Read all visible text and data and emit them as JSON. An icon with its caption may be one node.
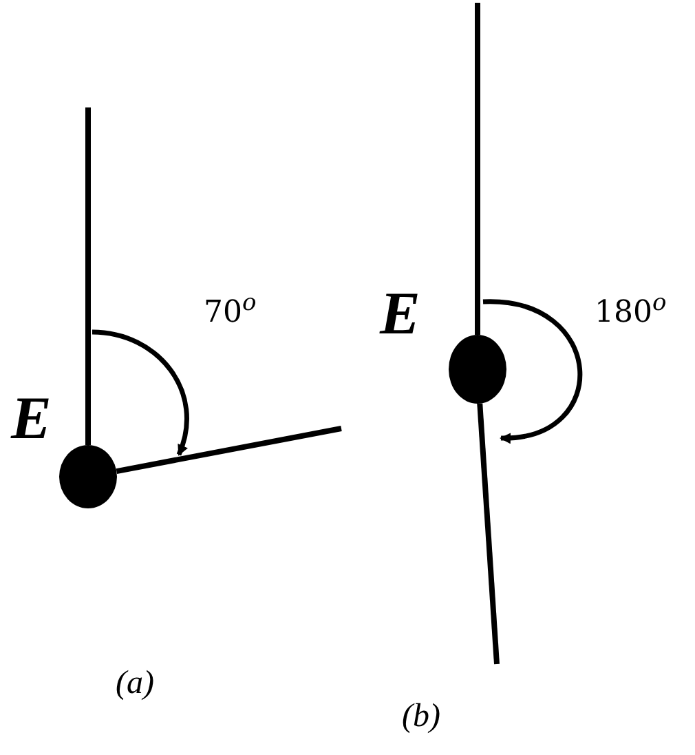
{
  "diagram": {
    "nodes": [
      {
        "text": [],
        "shape": "circle",
        "beside": [
          "E"
        ]
      },
      {
        "text": [],
        "shape": "circle",
        "beside": [
          "E"
        ]
      }
    ],
    "edges": [
      {
        "from": 0,
        "to": null,
        "arrow": "none"
      },
      {
        "from": 0,
        "to": null,
        "arrow": "none"
      },
      {
        "from": 1,
        "to": null,
        "arrow": "none"
      },
      {
        "from": 1,
        "to": null,
        "arrow": "none"
      }
    ],
    "labels": [
      "70$^{o}$",
      "180$^{o}$",
      "(a)",
      "(b)"
    ]
  }
}
